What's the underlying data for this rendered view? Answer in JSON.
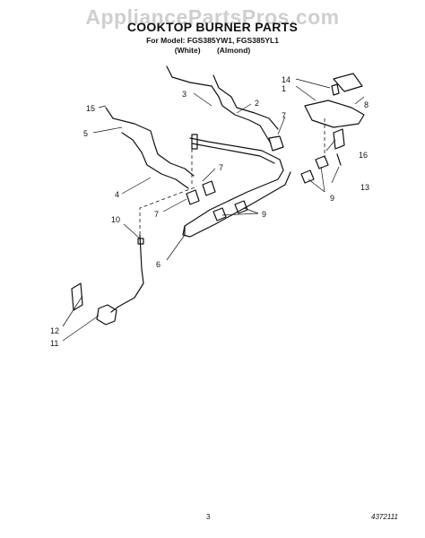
{
  "watermark": "AppliancePartsPros.com",
  "title": "COOKTOP BURNER PARTS",
  "model_line": "For Model: FGS385YW1, FGS385YL1",
  "colors": [
    "(White)",
    "(Almond)"
  ],
  "callouts": {
    "c1": "1",
    "c2": "2",
    "c3": "3",
    "c4": "4",
    "c5": "5",
    "c6": "6",
    "c7a": "7",
    "c7b": "7",
    "c7c": "7",
    "c8": "8",
    "c9a": "9",
    "c9b": "9",
    "c10": "10",
    "c11": "11",
    "c12": "12",
    "c13": "13",
    "c14": "14",
    "c15": "15",
    "c16": "16"
  },
  "page_number": "3",
  "document_number": "4372111"
}
